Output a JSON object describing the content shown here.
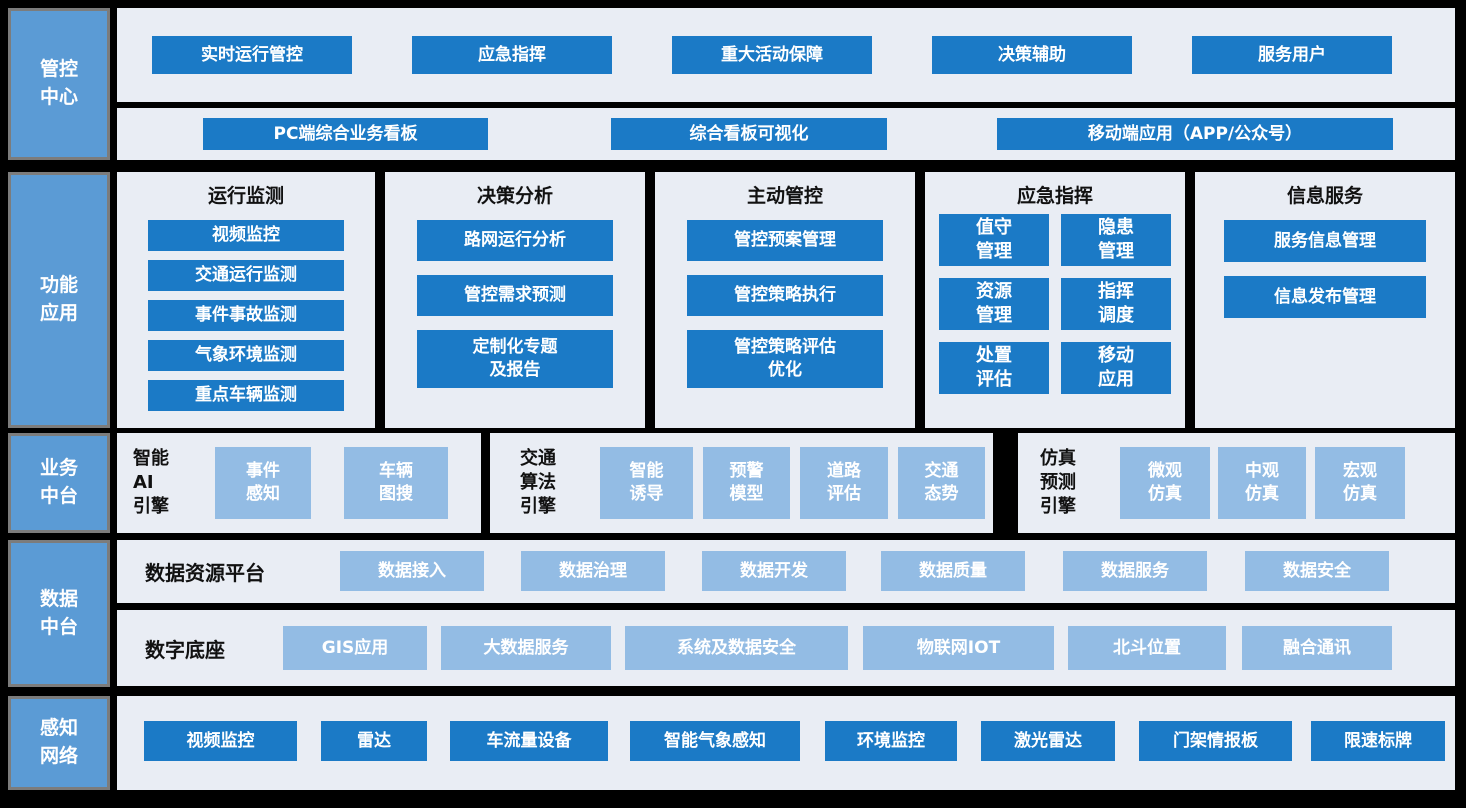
{
  "colors": {
    "background": "#000000",
    "panel_bg": "#E9EDF4",
    "sidebar_fill": "#5B9BD5",
    "sidebar_border": "#7C7C7C",
    "dark_block": "#1B7AC6",
    "light_block": "#93BCE4",
    "dark_text": "#111111",
    "white_text": "#FFFFFF"
  },
  "sidebar": {
    "items": [
      {
        "label": "管控\n中心"
      },
      {
        "label": "功能\n应用"
      },
      {
        "label": "业务\n中台"
      },
      {
        "label": "数据\n中台"
      },
      {
        "label": "感知\n网络"
      }
    ]
  },
  "control_center": {
    "row1": [
      "实时运行管控",
      "应急指挥",
      "重大活动保障",
      "决策辅助",
      "服务用户"
    ],
    "row2": [
      "PC端综合业务看板",
      "综合看板可视化",
      "移动端应用（APP/公众号）"
    ]
  },
  "function_apps": {
    "monitor": {
      "title": "运行监测",
      "items": [
        "视频监控",
        "交通运行监测",
        "事件事故监测",
        "气象环境监测",
        "重点车辆监测"
      ]
    },
    "decision": {
      "title": "决策分析",
      "items": [
        "路网运行分析",
        "管控需求预测",
        "定制化专题\n及报告"
      ]
    },
    "control": {
      "title": "主动管控",
      "items": [
        "管控预案管理",
        "管控策略执行",
        "管控策略评估\n优化"
      ]
    },
    "emergency": {
      "title": "应急指挥",
      "items": [
        "值守\n管理",
        "隐患\n管理",
        "资源\n管理",
        "指挥\n调度",
        "处置\n评估",
        "移动\n应用"
      ]
    },
    "info": {
      "title": "信息服务",
      "items": [
        "服务信息管理",
        "信息发布管理"
      ]
    }
  },
  "business_platform": {
    "ai": {
      "engine": "智能\nAI\n引擎",
      "items": [
        "事件\n感知",
        "车辆\n图搜"
      ]
    },
    "algo": {
      "engine": "交通\n算法\n引擎",
      "items": [
        "智能\n诱导",
        "预警\n模型",
        "道路\n评估",
        "交通\n态势"
      ]
    },
    "sim": {
      "engine": "仿真\n预测\n引擎",
      "items": [
        "微观\n仿真",
        "中观\n仿真",
        "宏观\n仿真"
      ]
    }
  },
  "data_platform": {
    "resource": {
      "title": "数据资源平台",
      "items": [
        "数据接入",
        "数据治理",
        "数据开发",
        "数据质量",
        "数据服务",
        "数据安全"
      ]
    },
    "base": {
      "title": "数字底座",
      "items": [
        "GIS应用",
        "大数据服务",
        "系统及数据安全",
        "物联网IOT",
        "北斗位置",
        "融合通讯"
      ]
    }
  },
  "perception": {
    "items": [
      "视频监控",
      "雷达",
      "车流量设备",
      "智能气象感知",
      "环境监控",
      "激光雷达",
      "门架情报板",
      "限速标牌"
    ]
  }
}
